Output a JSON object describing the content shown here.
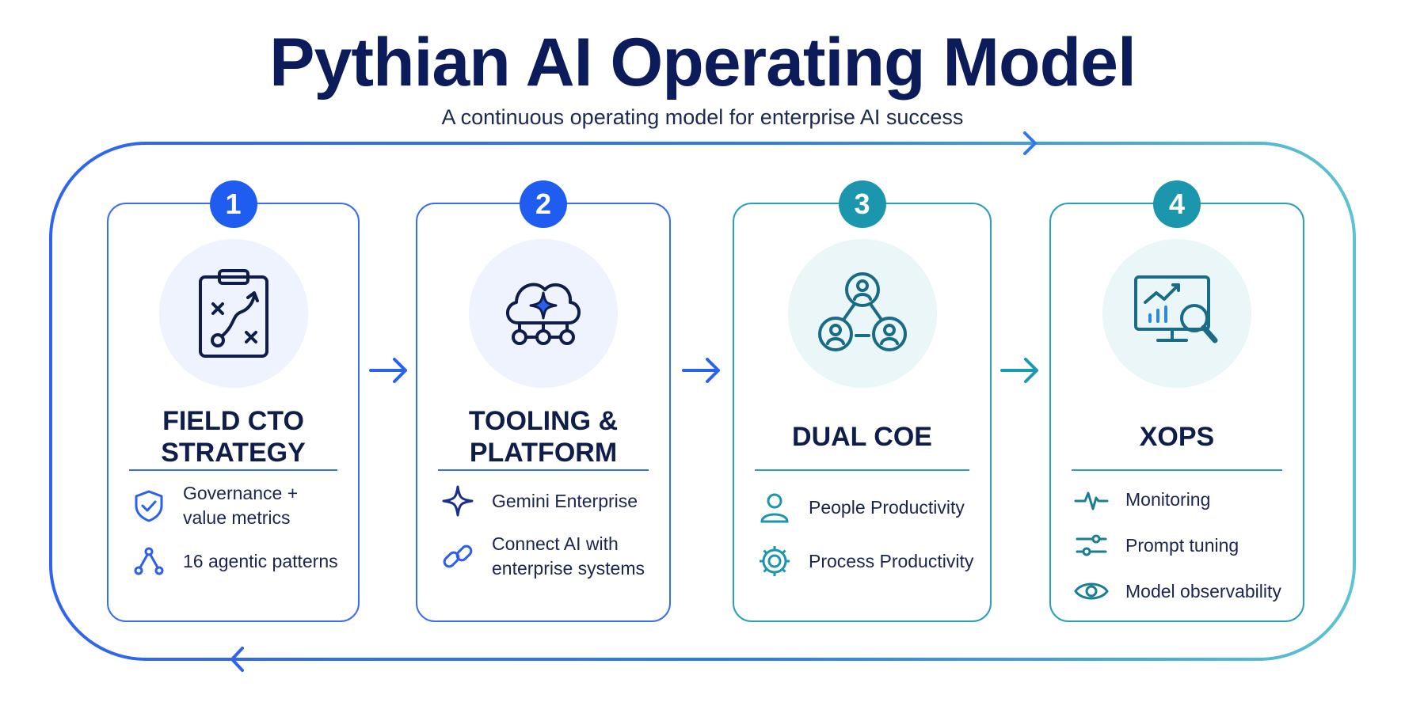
{
  "title": "Pythian AI Operating Model",
  "subtitle": "A continuous operating model for enterprise AI success",
  "colors": {
    "title": "#0c1c5a",
    "blue": "#2a5ff0",
    "teal": "#1b9aae",
    "loop_start": "#2f63f0",
    "loop_end": "#5bc3d1"
  },
  "cards": [
    {
      "number": "1",
      "title_lines": [
        "FIELD CTO",
        "STRATEGY"
      ],
      "icon": "clipboard-strategy-icon",
      "items": [
        {
          "label": "Governance +\nvalue metrics",
          "icon": "shield-check-icon"
        },
        {
          "label": "16 agentic patterns",
          "icon": "network-nodes-icon"
        }
      ]
    },
    {
      "number": "2",
      "title_lines": [
        "TOOLING &",
        "PLATFORM"
      ],
      "icon": "cloud-sparkle-icon",
      "items": [
        {
          "label": "Gemini Enterprise",
          "icon": "sparkle-icon"
        },
        {
          "label": "Connect AI with\nenterprise systems",
          "icon": "link-icon"
        }
      ]
    },
    {
      "number": "3",
      "title_lines": [
        "DUAL COE"
      ],
      "icon": "people-network-icon",
      "items": [
        {
          "label": "People Productivity",
          "icon": "person-icon"
        },
        {
          "label": "Process Productivity",
          "icon": "gear-icon"
        }
      ]
    },
    {
      "number": "4",
      "title_lines": [
        "XOPS"
      ],
      "icon": "monitor-analytics-icon",
      "items": [
        {
          "label": "Monitoring",
          "icon": "pulse-icon"
        },
        {
          "label": "Prompt tuning",
          "icon": "sliders-icon"
        },
        {
          "label": "Model observability",
          "icon": "eye-icon"
        }
      ]
    }
  ]
}
